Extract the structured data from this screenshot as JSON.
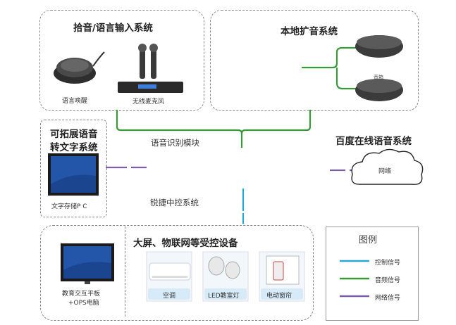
{
  "boxes": {
    "voice_input": {
      "title": "拾音/语言输入系统",
      "items": [
        "语言唤醒",
        "无线麦克风"
      ]
    },
    "local_audio": {
      "title": "本地扩音系统",
      "items": [
        "音箱"
      ]
    },
    "speech_to_text": {
      "title_line1": "可拓展语音",
      "title_line2": "转文字系统",
      "items": [
        "文字存储P C"
      ]
    },
    "controlled": {
      "title": "大屏、物联网等受控设备",
      "left_item_line1": "教育交互平板",
      "left_item_line2": "+OPS电脑",
      "items": [
        "空调",
        "LED教室灯",
        "电动窗帘"
      ]
    }
  },
  "modules": {
    "speech_recognition": "语音识别模块",
    "central_control": "锐捷中控系统"
  },
  "cloud": {
    "title": "百度在线语音系统",
    "label": "网络"
  },
  "legend": {
    "title": "图例",
    "items": [
      {
        "label": "控制信号",
        "color": "#2aa7d9"
      },
      {
        "label": "音频信号",
        "color": "#3a9a3a"
      },
      {
        "label": "网络信号",
        "color": "#7b5fa8"
      }
    ]
  }
}
